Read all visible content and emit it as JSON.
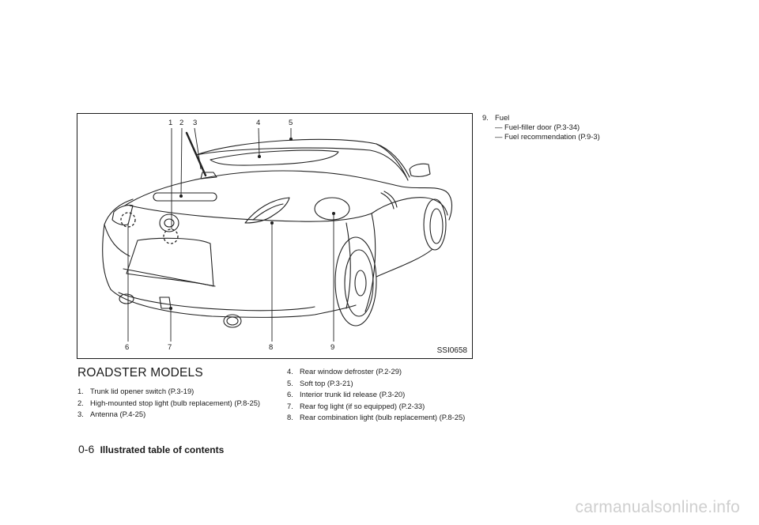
{
  "figure": {
    "code": "SSI0658",
    "callouts_top": [
      "1",
      "2",
      "3",
      "4",
      "5"
    ],
    "callouts_bottom": [
      "6",
      "7",
      "8",
      "9"
    ]
  },
  "section": {
    "title": "ROADSTER MODELS"
  },
  "items": [
    {
      "num": "1.",
      "text": "Trunk lid opener switch (P.3-19)"
    },
    {
      "num": "2.",
      "text": "High-mounted stop light (bulb replacement) (P.8-25)"
    },
    {
      "num": "3.",
      "text": "Antenna (P.4-25)"
    },
    {
      "num": "4.",
      "text": "Rear window defroster (P.2-29)"
    },
    {
      "num": "5.",
      "text": "Soft top (P.3-21)"
    },
    {
      "num": "6.",
      "text": "Interior trunk lid release (P.3-20)"
    },
    {
      "num": "7.",
      "text": "Rear fog light (if so equipped) (P.2-33)"
    },
    {
      "num": "8.",
      "text": "Rear combination light (bulb replacement) (P.8-25)"
    },
    {
      "num": "9.",
      "text": "Fuel",
      "subs": [
        "— Fuel-filler door (P.3-34)",
        "— Fuel recommendation (P.9-3)"
      ]
    }
  ],
  "footer": {
    "page": "0-6",
    "title": "Illustrated table of contents"
  },
  "watermark": "carmanualsonline.info"
}
